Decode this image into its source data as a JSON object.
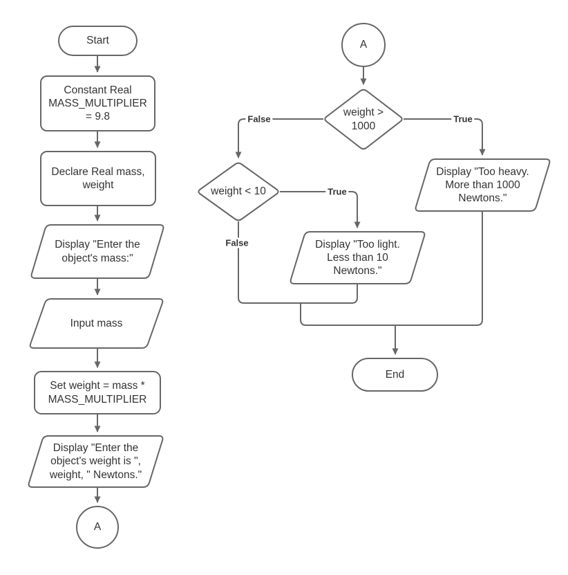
{
  "diagram": {
    "kind": "flowchart",
    "colors": {
      "stroke": "#666666",
      "text": "#333333",
      "shape_fill": "#ffffff",
      "background": "#ffffff"
    },
    "nodes": {
      "start": {
        "type": "terminator",
        "label": "Start"
      },
      "constant": {
        "type": "process",
        "label": "Constant Real\nMASS_MULTIPLIER\n= 9.8"
      },
      "declare": {
        "type": "process",
        "label": "Declare Real mass,\nweight"
      },
      "display_mass_prompt": {
        "type": "io",
        "label": "Display \"Enter the\nobject's mass:\""
      },
      "input_mass": {
        "type": "io",
        "label": "Input mass"
      },
      "set_weight": {
        "type": "process",
        "label": "Set weight = mass *\nMASS_MULTIPLIER"
      },
      "display_weight": {
        "type": "io",
        "label": "Display \"Enter the\nobject's weight is \",\nweight, \" Newtons.\""
      },
      "connector_a_left": {
        "type": "connector",
        "label": "A"
      },
      "connector_a_right": {
        "type": "connector",
        "label": "A"
      },
      "decision_weight_gt_1000": {
        "type": "decision",
        "label": "weight >\n1000"
      },
      "decision_weight_lt_10": {
        "type": "decision",
        "label": "weight < 10"
      },
      "display_too_heavy": {
        "type": "io",
        "label": "Display \"Too heavy.\nMore than 1000\nNewtons.\""
      },
      "display_too_light": {
        "type": "io",
        "label": "Display \"Too light.\nLess than 10\nNewtons.\""
      },
      "end": {
        "type": "terminator",
        "label": "End"
      }
    },
    "edge_labels": {
      "gt1000_true": "True",
      "gt1000_false": "False",
      "lt10_true": "True",
      "lt10_false": "False"
    }
  }
}
